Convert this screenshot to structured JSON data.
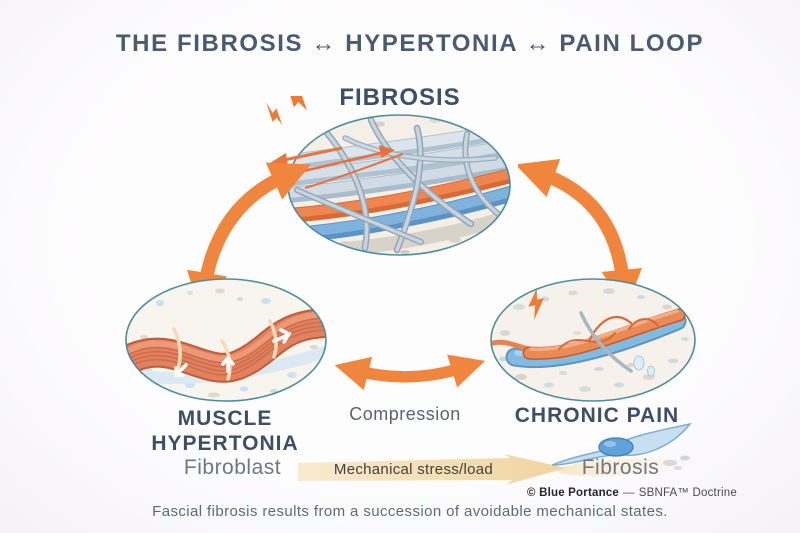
{
  "title": "THE FIBROSIS ↔ HYPERTONIA ↔ PAIN LOOP",
  "loop": {
    "fibrosis_label": "FIBROSIS",
    "muscle_line1": "MUSCLE",
    "muscle_line2": "HYPERTONIA",
    "chronic_pain_label": "CHRONIC PAIN",
    "compression_label": "Compression"
  },
  "legend": {
    "fibroblast_label": "Fibroblast",
    "stress_banner_label": "Mechanical stress/load",
    "fibrosis_label": "Fibrosis"
  },
  "credit": {
    "owner": "© Blue Portance",
    "separator": "—",
    "doctrine": "SBNFA™ Doctrine"
  },
  "caption": "Fascial fibrosis results from a succession of avoidable mechanical states.",
  "colors": {
    "accent_orange": "#F0863E",
    "heading_text": "#4A5A70",
    "muted_text": "#6E7880",
    "circle_stroke": "#4E8D9C",
    "banner_tan": "#F2D9A4",
    "muscle_coral": "#E2815F",
    "fascia_blue": "#7FB9E2"
  },
  "icons": {
    "pain_bolts": "lightning-bolt",
    "cycle_arrows": "double-headed-curved-arrow",
    "fibroblast_cell": "spindle-cell",
    "stress_banner": "right-pointing-arrow-banner"
  }
}
